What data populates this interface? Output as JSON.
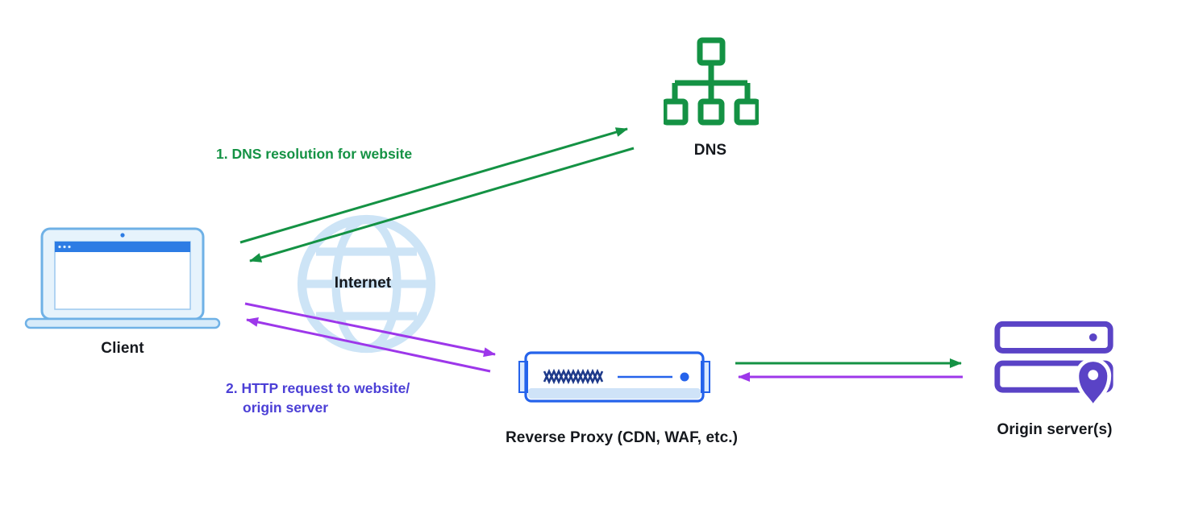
{
  "diagram": {
    "nodes": {
      "dns": {
        "label": "DNS"
      },
      "client": {
        "label": "Client"
      },
      "internet": {
        "label": "Internet"
      },
      "reverse_proxy": {
        "label": "Reverse Proxy (CDN, WAF, etc.)"
      },
      "origin": {
        "label": "Origin server(s)"
      }
    },
    "annotations": {
      "dns_step": "1. DNS resolution for website",
      "http_step_line1": "2. HTTP request to website/",
      "http_step_line2": "origin server"
    },
    "arrows": [
      {
        "name": "client-to-dns",
        "color": "green",
        "direction": "to-dns"
      },
      {
        "name": "dns-to-client",
        "color": "green",
        "direction": "to-client"
      },
      {
        "name": "client-to-proxy",
        "color": "purple",
        "direction": "to-proxy"
      },
      {
        "name": "proxy-to-client",
        "color": "purple",
        "direction": "to-client"
      },
      {
        "name": "proxy-to-origin",
        "color": "green",
        "direction": "to-origin"
      },
      {
        "name": "origin-to-proxy",
        "color": "purple",
        "direction": "to-proxy"
      }
    ],
    "colors": {
      "green": "#149244",
      "arrow_purple": "#9d37ea",
      "text_purple": "#4b3fd6",
      "origin_purple": "#5a43c6",
      "proxy_blue": "#2563eb",
      "proxy_navy": "#1e3a8a",
      "laptop_blue": "#2d7ce4",
      "laptop_border": "#6fb1e6",
      "light_blue": "#cde4f6",
      "pale_blue": "#e6f3fc",
      "strip_blue": "#cfe3f8",
      "label_color": "#15181d"
    }
  }
}
